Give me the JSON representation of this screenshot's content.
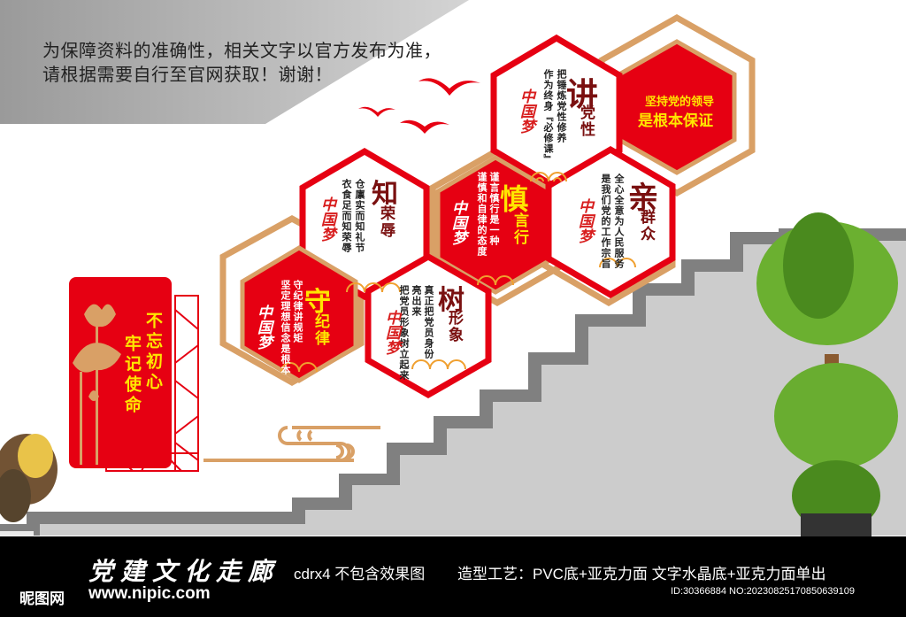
{
  "notice": {
    "line1": "为保障资料的准确性，相关文字以官方发布为准，",
    "line2": "请根据需要自行至官网获取！谢谢！"
  },
  "colors": {
    "red": "#e60012",
    "gold": "#d9a066",
    "dark_red": "#7a1010",
    "yellow": "#ffe600",
    "stair_dark": "#808080",
    "stair_light": "#cccccc",
    "footer_bg": "#000000"
  },
  "panels": {
    "jiang": {
      "big": "讲",
      "small": "党性",
      "text1": "把锤炼党性修养",
      "text2": "作为终身『必修课』",
      "seal": "中国梦"
    },
    "leader": {
      "line1": "坚持党的领导",
      "line2": "是根本保证"
    },
    "zhi": {
      "big": "知",
      "small": "荣辱",
      "text1": "仓廪实而知礼节",
      "text2": "衣食足而知荣辱",
      "seal": "中国梦"
    },
    "shen": {
      "big": "慎",
      "small": "言行",
      "text1": "谨言慎行是一种",
      "text2": "谨慎和自律的态度",
      "seal": "中国梦"
    },
    "qin": {
      "big": "亲",
      "small": "群众",
      "text1": "全心全意为人民服务",
      "text2": "是我们党的工作宗旨",
      "seal": "中国梦"
    },
    "shou": {
      "big": "守",
      "small": "纪律",
      "text1": "守纪律讲规矩",
      "text2": "坚定理想信念是根本",
      "seal": "中国梦"
    },
    "shu": {
      "big": "树",
      "small": "形象",
      "text1": "真正把党员身份",
      "text2": "亮出来",
      "text3": "把党员形象树立起来",
      "seal": "中国梦"
    }
  },
  "banner": {
    "line1": "不忘初心",
    "line2": "牢记使命"
  },
  "footer": {
    "title": "党建文化走廊",
    "desc": "cdrx4 不包含效果图",
    "desc2": "造型工艺：PVC底+亚克力面 文字水晶底+亚克力面单出",
    "watermark": "昵图网",
    "watermark_url": "www.nipic.com",
    "id": "ID:30366884 NO:20230825170850639109"
  }
}
